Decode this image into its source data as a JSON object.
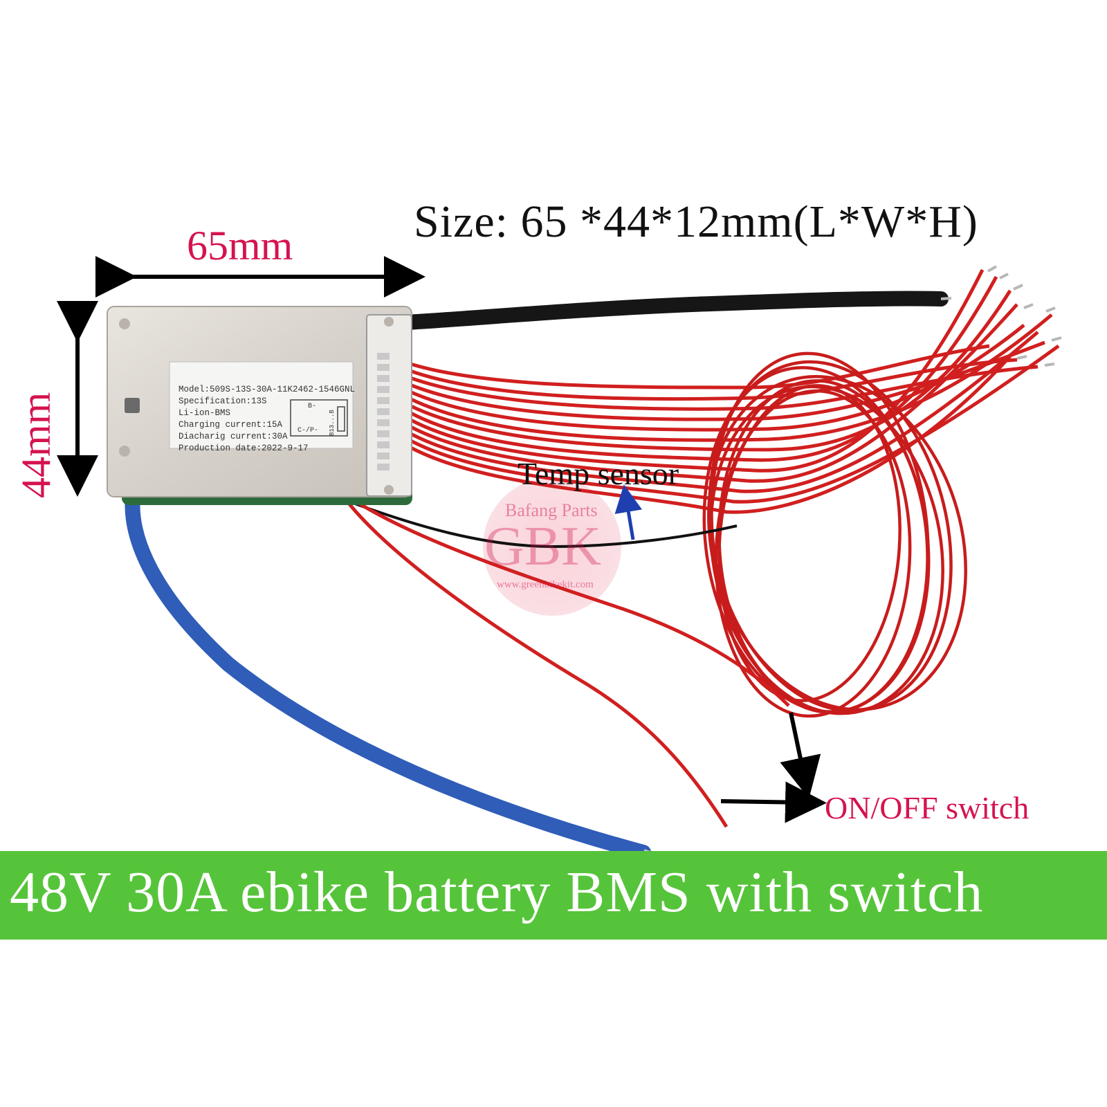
{
  "annotations": {
    "size": "Size: 65 *44*12mm(L*W*H)",
    "length": "65mm",
    "width": "44mm",
    "temp_sensor": "Temp sensor",
    "switch": "ON/OFF switch"
  },
  "bms_label": {
    "model": "Model:509S-13S-30A-11K2462-1546GNL",
    "specification": "Specification:13S",
    "type": "Li-ion-BMS",
    "charging_current": "Charging current:15A",
    "discharge_current": "Diacharig current:30A",
    "production_date": "Production date:2022-9-17",
    "terminal_b": "B-",
    "terminal_c": "C-/P-",
    "terminal_range": "B13...B"
  },
  "watermark": {
    "brand": "Bafang Parts",
    "logo": "GBK",
    "site": "www.greenbikekit.com"
  },
  "banner": {
    "text": "48V 30A ebike battery BMS  with switch"
  },
  "colors": {
    "accent_red": "#d5134f",
    "banner_green": "#56c43a",
    "wire_red": "#d11f1f",
    "wire_blue": "#2f5db8",
    "arrow_blue": "#1f3fb0"
  }
}
